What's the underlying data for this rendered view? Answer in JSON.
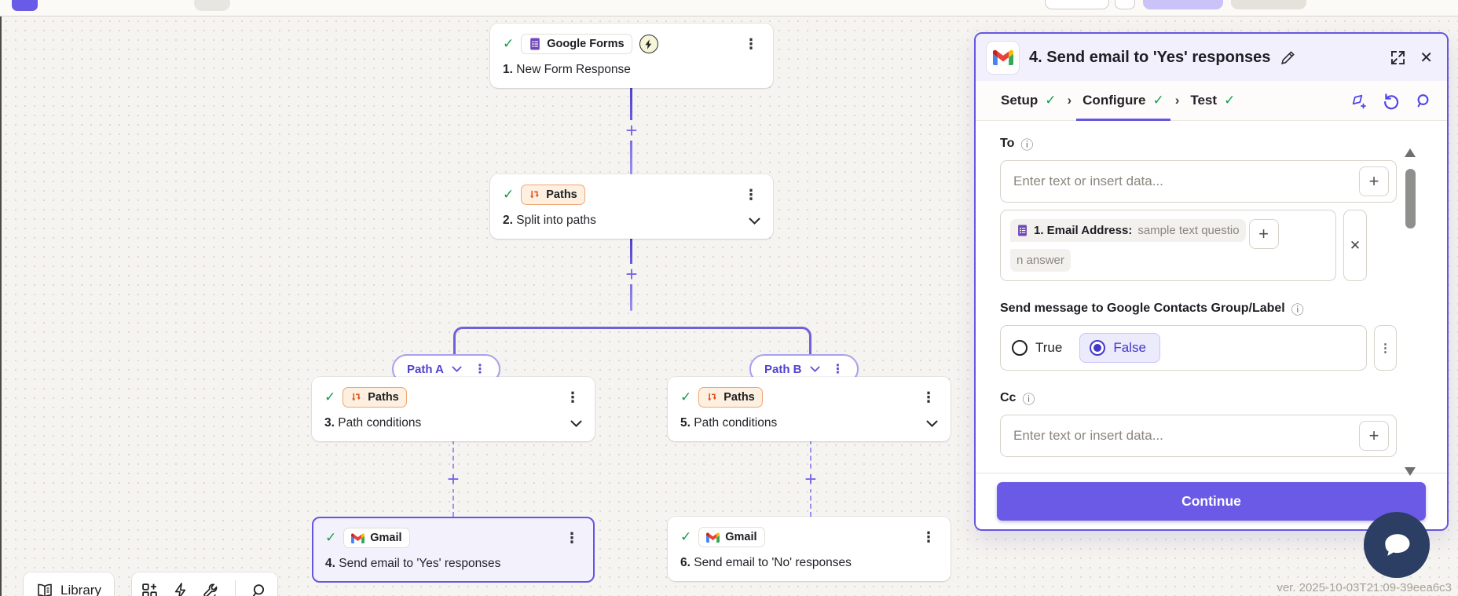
{
  "colors": {
    "accent": "#6456e0",
    "success": "#179a4e",
    "paths_orange": "#e2551f",
    "selected_node_bg": "#f3f1fc",
    "panel_header_bg": "#f2f0fd",
    "continue_bg": "#6a5ae6"
  },
  "glyphs": {
    "check": "✓",
    "kebab": "⋮",
    "plus": "+",
    "close": "✕",
    "info": "ⓘ",
    "remove": "✕"
  },
  "canvas": {
    "nodes": [
      {
        "num": "1.",
        "label": "New Form Response",
        "app": "Google Forms"
      },
      {
        "num": "2.",
        "label": "Split into paths",
        "app": "Paths"
      },
      {
        "num": "3.",
        "label": "Path conditions",
        "app": "Paths"
      },
      {
        "num": "4.",
        "label": "Send email to 'Yes' responses",
        "app": "Gmail"
      },
      {
        "num": "5.",
        "label": "Path conditions",
        "app": "Paths"
      },
      {
        "num": "6.",
        "label": "Send email to 'No' responses",
        "app": "Gmail"
      }
    ],
    "paths": [
      {
        "label": "Path A"
      },
      {
        "label": "Path B"
      }
    ]
  },
  "panel": {
    "title": "4. Send email to 'Yes' responses",
    "tabs": [
      {
        "label": "Setup"
      },
      {
        "label": "Configure"
      },
      {
        "label": "Test"
      }
    ],
    "to": {
      "label": "To",
      "placeholder": "Enter text or insert data...",
      "mapped": {
        "source_label": "1. Email Address:",
        "value": "sample text questio",
        "value_wrap": "n answer"
      }
    },
    "contacts_group": {
      "label": "Send message to Google Contacts Group/Label",
      "options": [
        {
          "label": "True"
        },
        {
          "label": "False"
        }
      ],
      "selected": "False"
    },
    "cc": {
      "label": "Cc",
      "placeholder": "Enter text or insert data..."
    },
    "continue_label": "Continue"
  },
  "toolbar": {
    "library_label": "Library"
  },
  "version_text": "ver. 2025-10-03T21:09-39eea6c3"
}
